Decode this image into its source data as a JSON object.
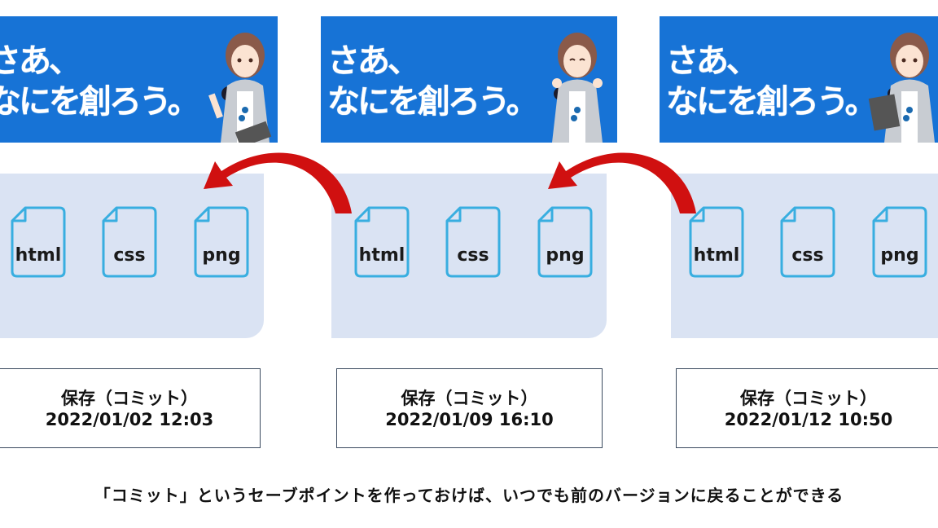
{
  "banner": {
    "text": "さあ、\nなにを創ろう。"
  },
  "files": [
    "html",
    "css",
    "png"
  ],
  "commit_label": "保存（コミット）",
  "commits": [
    {
      "timestamp": "2022/01/02 12:03"
    },
    {
      "timestamp": "2022/01/09 16:10"
    },
    {
      "timestamp": "2022/01/12 10:50"
    }
  ],
  "caption": "「コミット」というセーブポイントを作っておけば、いつでも前のバージョンに戻ることができる",
  "colors": {
    "banner_bg": "#1773d6",
    "panel_bg": "#dae3f3",
    "file_icon": "#38aee0",
    "arrow": "#d01010"
  },
  "icons": [
    "document-icon",
    "curved-arrow-icon",
    "anime-character-illustration"
  ]
}
